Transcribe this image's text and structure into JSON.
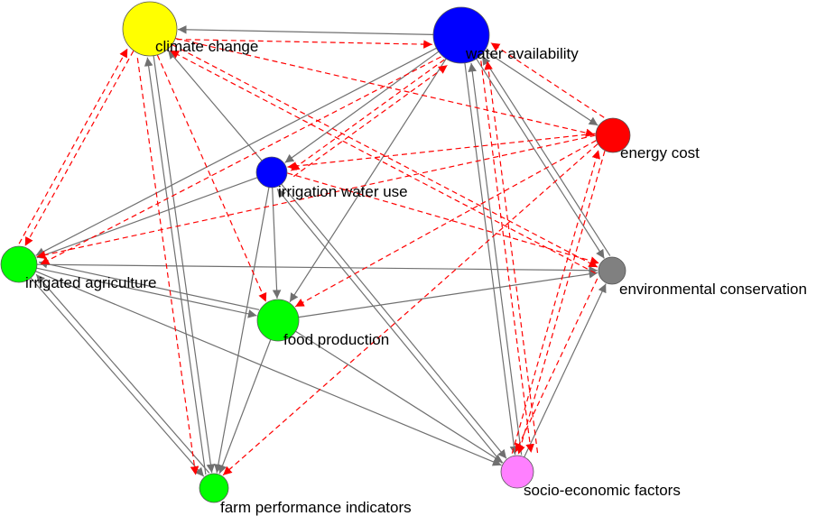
{
  "colors": {
    "solid_edge": "#707070",
    "dashed_edge": "#ff0000",
    "node_outline": "#555555"
  },
  "nodes": [
    {
      "id": "climate",
      "label": "climate change",
      "color": "#ffff00"
    },
    {
      "id": "water",
      "label": "water availability",
      "color": "#0000ff"
    },
    {
      "id": "energy",
      "label": "energy cost",
      "color": "#ff0000"
    },
    {
      "id": "irrwater",
      "label": "irrigation water use",
      "color": "#0000ff"
    },
    {
      "id": "irragri",
      "label": "irrigated agriculture",
      "color": "#00ff00"
    },
    {
      "id": "envcons",
      "label": "environmental conservation",
      "color": "#808080"
    },
    {
      "id": "food",
      "label": "food production",
      "color": "#00ff00"
    },
    {
      "id": "farm",
      "label": "farm performance indicators",
      "color": "#00ff00"
    },
    {
      "id": "socio",
      "label": "socio-economic factors",
      "color": "#ff80ff"
    }
  ],
  "edges": [
    {
      "from": "water",
      "to": "climate",
      "style": "solid"
    },
    {
      "from": "water",
      "to": "irrwater",
      "style": "solid"
    },
    {
      "from": "water",
      "to": "irragri",
      "style": "solid"
    },
    {
      "from": "water",
      "to": "food",
      "style": "solid"
    },
    {
      "from": "water",
      "to": "energy",
      "style": "solid"
    },
    {
      "from": "water",
      "to": "envcons",
      "style": "solid"
    },
    {
      "from": "water",
      "to": "socio",
      "style": "solid"
    },
    {
      "from": "irrwater",
      "to": "climate",
      "style": "solid"
    },
    {
      "from": "irrwater",
      "to": "irragri",
      "style": "solid"
    },
    {
      "from": "irrwater",
      "to": "food",
      "style": "solid"
    },
    {
      "from": "irrwater",
      "to": "farm",
      "style": "solid"
    },
    {
      "from": "irrwater",
      "to": "socio",
      "style": "solid"
    },
    {
      "from": "climate",
      "to": "farm",
      "style": "solid"
    },
    {
      "from": "farm",
      "to": "climate",
      "style": "solid"
    },
    {
      "from": "irragri",
      "to": "envcons",
      "style": "solid"
    },
    {
      "from": "irragri",
      "to": "food",
      "style": "solid"
    },
    {
      "from": "irragri",
      "to": "farm",
      "style": "solid"
    },
    {
      "from": "irragri",
      "to": "socio",
      "style": "solid"
    },
    {
      "from": "food",
      "to": "irragri",
      "style": "solid"
    },
    {
      "from": "food",
      "to": "envcons",
      "style": "solid"
    },
    {
      "from": "food",
      "to": "farm",
      "style": "solid"
    },
    {
      "from": "food",
      "to": "socio",
      "style": "solid"
    },
    {
      "from": "socio",
      "to": "envcons",
      "style": "solid"
    },
    {
      "from": "socio",
      "to": "irrwater",
      "style": "solid"
    },
    {
      "from": "socio",
      "to": "water",
      "style": "solid"
    },
    {
      "from": "envcons",
      "to": "water",
      "style": "solid"
    },
    {
      "from": "farm",
      "to": "irragri",
      "style": "solid"
    },
    {
      "from": "climate",
      "to": "water",
      "style": "dashed"
    },
    {
      "from": "climate",
      "to": "irragri",
      "style": "dashed"
    },
    {
      "from": "climate",
      "to": "food",
      "style": "dashed"
    },
    {
      "from": "climate",
      "to": "farm",
      "style": "dashed"
    },
    {
      "from": "climate",
      "to": "envcons",
      "style": "dashed"
    },
    {
      "from": "climate",
      "to": "energy",
      "style": "dashed"
    },
    {
      "from": "irragri",
      "to": "climate",
      "style": "dashed"
    },
    {
      "from": "water",
      "to": "irrwater",
      "style": "dashed"
    },
    {
      "from": "water",
      "to": "irragri",
      "style": "dashed"
    },
    {
      "from": "water",
      "to": "socio",
      "style": "dashed"
    },
    {
      "from": "irrwater",
      "to": "water",
      "style": "dashed"
    },
    {
      "from": "irrwater",
      "to": "envcons",
      "style": "dashed"
    },
    {
      "from": "energy",
      "to": "water",
      "style": "dashed"
    },
    {
      "from": "energy",
      "to": "irrwater",
      "style": "dashed"
    },
    {
      "from": "energy",
      "to": "irragri",
      "style": "dashed"
    },
    {
      "from": "energy",
      "to": "food",
      "style": "dashed"
    },
    {
      "from": "energy",
      "to": "farm",
      "style": "dashed"
    },
    {
      "from": "energy",
      "to": "socio",
      "style": "dashed"
    },
    {
      "from": "socio",
      "to": "energy",
      "style": "dashed"
    },
    {
      "from": "envcons",
      "to": "socio",
      "style": "dashed"
    },
    {
      "from": "socio",
      "to": "water",
      "style": "dashed"
    },
    {
      "from": "envcons",
      "to": "climate",
      "style": "dashed"
    }
  ]
}
